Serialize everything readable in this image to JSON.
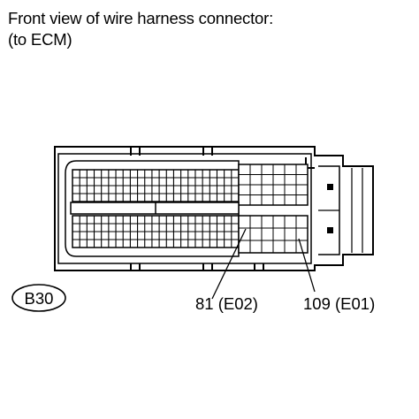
{
  "caption": {
    "line1": "Front view of wire harness connector:",
    "line2": "(to ECM)"
  },
  "connector": {
    "code": "B30"
  },
  "callouts": [
    {
      "label": "81 (E02)"
    },
    {
      "label": "109 (E01)"
    }
  ]
}
